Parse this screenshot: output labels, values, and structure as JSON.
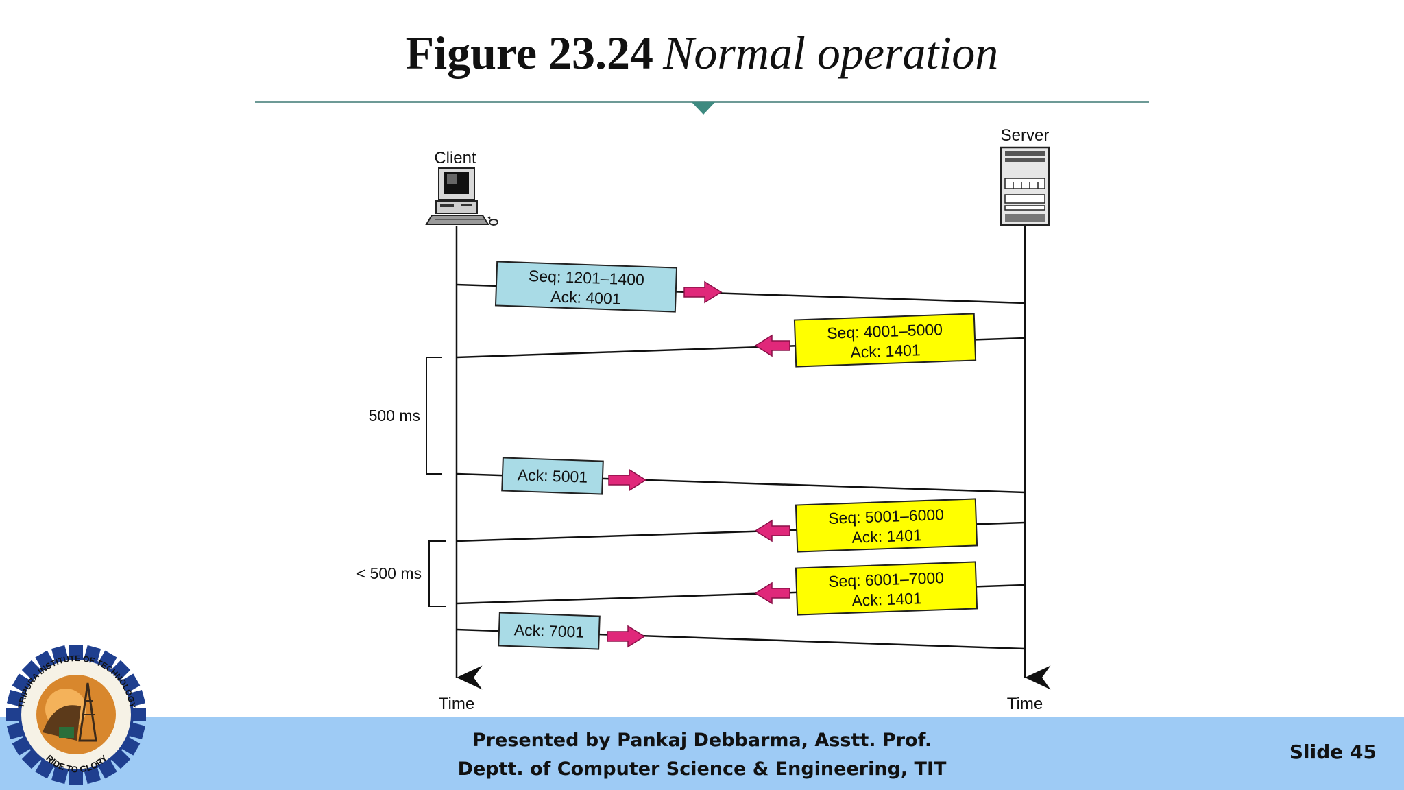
{
  "slide": {
    "figure_number": "Figure 23.24",
    "figure_caption": "Normal operation",
    "slide_label": "Slide 45"
  },
  "diagram": {
    "client_label": "Client",
    "server_label": "Server",
    "time_left": "Time",
    "time_right": "Time",
    "interval_1": "500 ms",
    "interval_2": "< 500 ms",
    "segments": [
      {
        "direction": "client-to-server",
        "line1": "Seq: 1201–1400",
        "line2": "Ack: 4001",
        "color": "#a9dbe6"
      },
      {
        "direction": "server-to-client",
        "line1": "Seq: 4001–5000",
        "line2": "Ack: 1401",
        "color": "#ffff00"
      },
      {
        "direction": "client-to-server",
        "line1": "Ack: 5001",
        "line2": "",
        "color": "#a9dbe6"
      },
      {
        "direction": "server-to-client",
        "line1": "Seq: 5001–6000",
        "line2": "Ack: 1401",
        "color": "#ffff00"
      },
      {
        "direction": "server-to-client",
        "line1": "Seq: 6001–7000",
        "line2": "Ack: 1401",
        "color": "#ffff00"
      },
      {
        "direction": "client-to-server",
        "line1": "Ack: 7001",
        "line2": "",
        "color": "#a9dbe6"
      }
    ],
    "arrow_color": "#e0287a"
  },
  "footer": {
    "line1": "Presented by Pankaj Debbarma, Asstt. Prof.",
    "line2": "Deptt. of Computer Science & Engineering, TIT"
  },
  "logo": {
    "top_text": "TRIPURA INSTITUTE OF TECHNOLOGY",
    "bottom_text": "RIDE TO GLORY"
  }
}
